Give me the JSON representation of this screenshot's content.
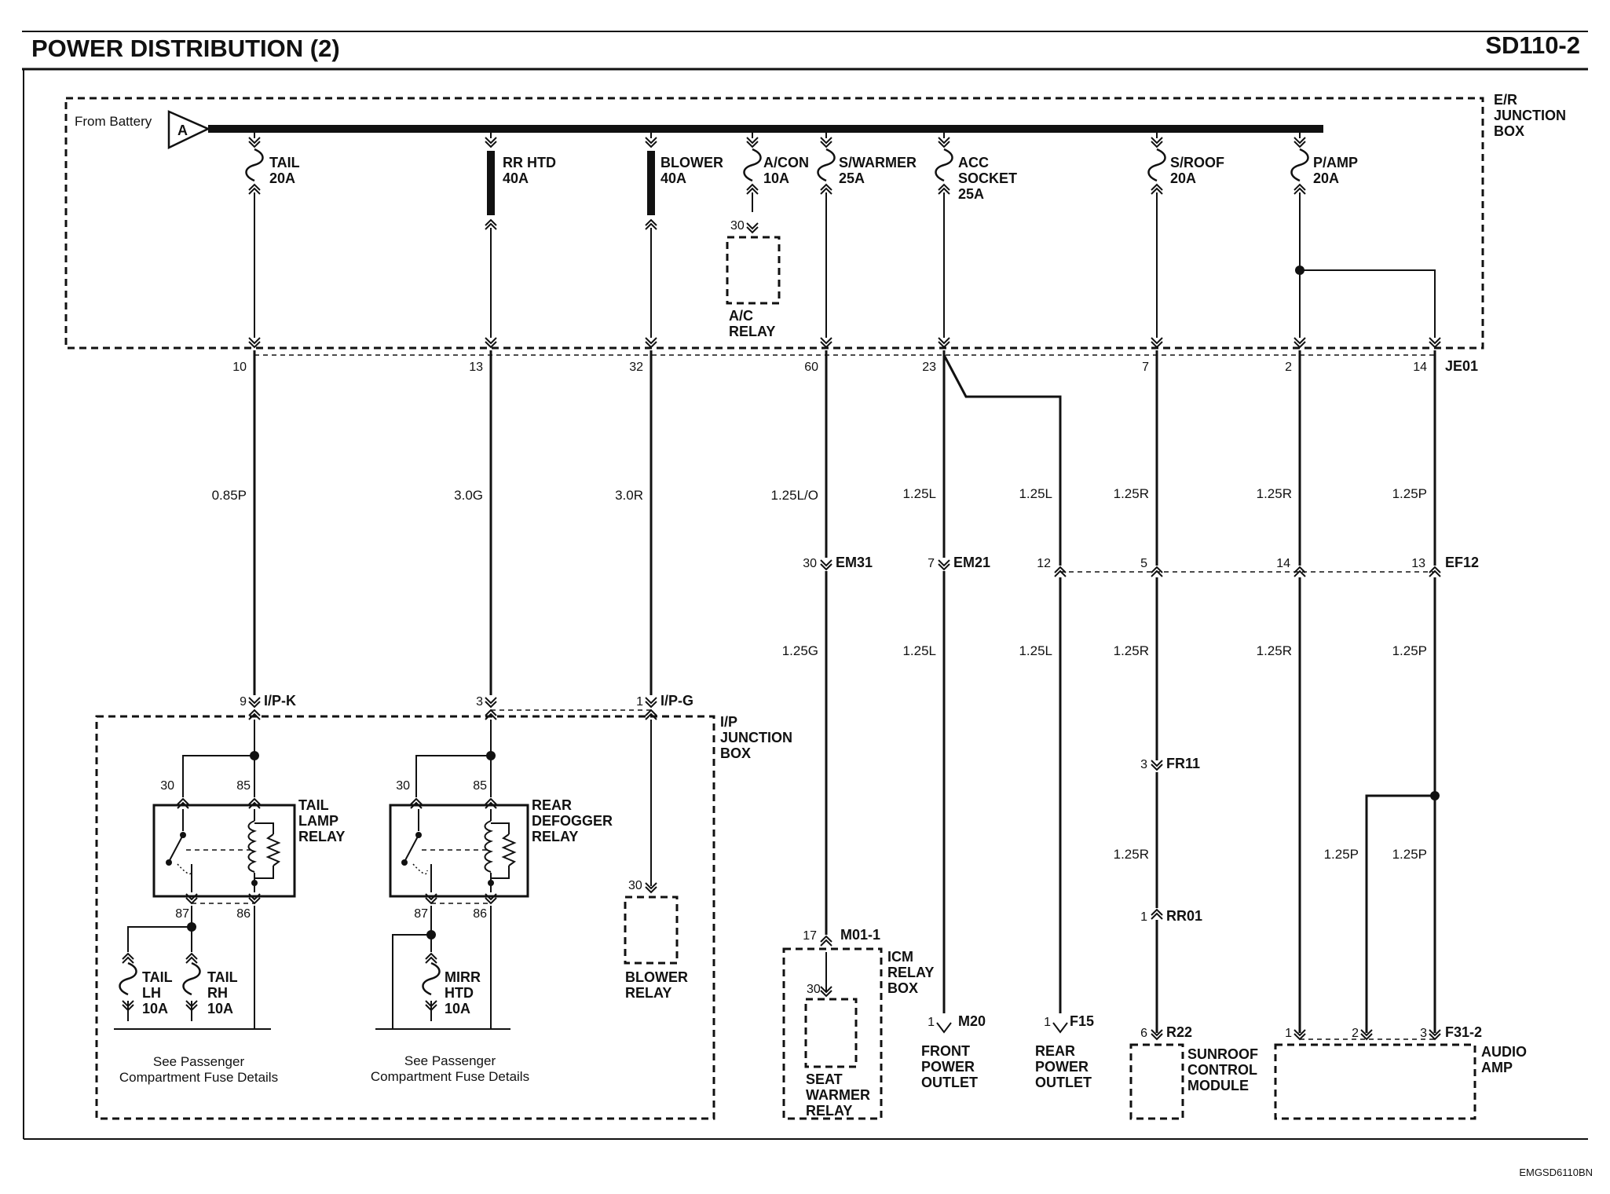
{
  "header": {
    "title": "POWER DISTRIBUTION (2)",
    "code": "SD110-2"
  },
  "footer": {
    "reference": "EMGSD6110BN"
  },
  "battery": {
    "label": "From Battery",
    "connector": "A"
  },
  "er_box": {
    "line1": "E/R",
    "line2": "JUNCTION",
    "line3": "BOX"
  },
  "ip_box": {
    "line1": "I/P",
    "line2": "JUNCTION",
    "line3": "BOX"
  },
  "fuses": [
    {
      "name": "TAIL",
      "rating": "20A"
    },
    {
      "name": "RR HTD",
      "rating": "40A"
    },
    {
      "name": "BLOWER",
      "rating": "40A"
    },
    {
      "name": "A/CON",
      "rating": "10A"
    },
    {
      "name": "S/WARMER",
      "rating": "25A"
    },
    {
      "name": "ACC",
      "name2": "SOCKET",
      "rating": "25A"
    },
    {
      "name": "S/ROOF",
      "rating": "20A"
    },
    {
      "name": "P/AMP",
      "rating": "20A"
    }
  ],
  "ac_relay": {
    "pin": "30",
    "line1": "A/C",
    "line2": "RELAY"
  },
  "je01": {
    "connector": "JE01",
    "pins": [
      "10",
      "13",
      "32",
      "60",
      "23",
      "7",
      "2",
      "14"
    ]
  },
  "wires_upper": [
    "0.85P",
    "3.0G",
    "3.0R",
    "1.25L/O",
    "1.25L",
    "1.25L",
    "1.25R",
    "1.25R",
    "1.25P"
  ],
  "em31": {
    "pin": "30",
    "name": "EM31"
  },
  "em21": {
    "pin": "7",
    "name": "EM21"
  },
  "ef12": {
    "name": "EF12",
    "pins": [
      "12",
      "5",
      "14",
      "13"
    ]
  },
  "wires_middle": [
    "1.25G",
    "1.25L",
    "1.25L",
    "1.25R",
    "1.25R",
    "1.25P"
  ],
  "ipk": {
    "pin": "9",
    "name": "I/P-K"
  },
  "ipg": {
    "pin_a": "3",
    "pin_b": "1",
    "name": "I/P-G"
  },
  "tail_relay": {
    "pin30": "30",
    "pin85": "85",
    "pin87": "87",
    "pin86": "86",
    "line1": "TAIL",
    "line2": "LAMP",
    "line3": "RELAY"
  },
  "defog_relay": {
    "pin30": "30",
    "pin85": "85",
    "pin87": "87",
    "pin86": "86",
    "line1": "REAR",
    "line2": "DEFOGGER",
    "line3": "RELAY"
  },
  "fuse_tail_lh": {
    "line1": "TAIL",
    "line2": "LH",
    "line3": "10A"
  },
  "fuse_tail_rh": {
    "line1": "TAIL",
    "line2": "RH",
    "line3": "10A"
  },
  "fuse_mirr": {
    "line1": "MIRR",
    "line2": "HTD",
    "line3": "10A"
  },
  "see_passenger": {
    "line1": "See Passenger",
    "line2": "Compartment Fuse Details"
  },
  "blower_relay": {
    "pin": "30",
    "line1": "BLOWER",
    "line2": "RELAY"
  },
  "fr11": {
    "pin": "3",
    "name": "FR11"
  },
  "sunroof_wire2": "1.25R",
  "rr01": {
    "pin": "1",
    "name": "RR01"
  },
  "audio_wires": [
    "1.25P",
    "1.25P"
  ],
  "m01": {
    "pin": "17",
    "name": "M01-1"
  },
  "icm_box": {
    "line1": "ICM",
    "line2": "RELAY",
    "line3": "BOX"
  },
  "seat_warmer_relay": {
    "pin": "30",
    "line1": "SEAT",
    "line2": "WARMER",
    "line3": "RELAY"
  },
  "m20": {
    "pin": "1",
    "name": "M20",
    "line1": "FRONT",
    "line2": "POWER",
    "line3": "OUTLET"
  },
  "f15": {
    "pin": "1",
    "name": "F15",
    "line1": "REAR",
    "line2": "POWER",
    "line3": "OUTLET"
  },
  "r22": {
    "pin": "6",
    "name": "R22",
    "line1": "SUNROOF",
    "line2": "CONTROL",
    "line3": "MODULE"
  },
  "f31": {
    "pins": [
      "1",
      "2",
      "3"
    ],
    "name": "F31-2",
    "line1": "AUDIO",
    "line2": "AMP"
  }
}
